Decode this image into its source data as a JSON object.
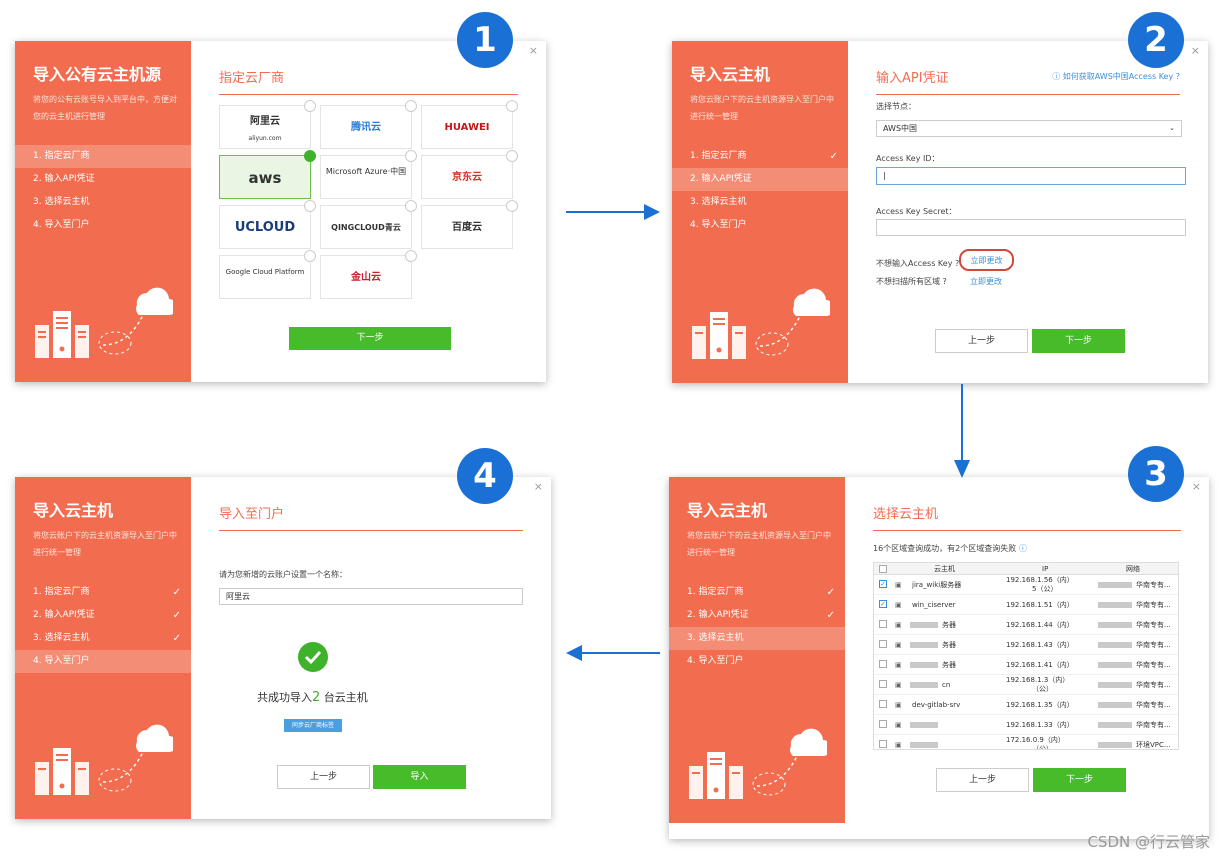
{
  "badges": [
    "1",
    "2",
    "3",
    "4"
  ],
  "close_icon": "×",
  "check_icon": "✓",
  "panel1": {
    "title": "导入公有云主机源",
    "desc": "将您的公有云账号导入到平台中，方便对您的云主机进行管理",
    "steps": [
      "1. 指定云厂商",
      "2. 输入API凭证",
      "3. 选择云主机",
      "4. 导入至门户"
    ],
    "heading": "指定云厂商",
    "vendors": [
      "阿里云",
      "腾讯云",
      "HUAWEI",
      "aws",
      "Microsoft Azure·中国",
      "京东云",
      "UCLOUD",
      "QINGCLOUD青云",
      "百度云",
      "Google Cloud Platform",
      "金山云"
    ],
    "vendor_sub": "aliyun.com",
    "next_label": "下一步"
  },
  "panel2": {
    "title": "导入云主机",
    "desc": "将您云账户下的云主机资源导入至门户中进行统一管理",
    "steps": [
      "1. 指定云厂商",
      "2. 输入API凭证",
      "3. 选择云主机",
      "4. 导入至门户"
    ],
    "heading": "输入API凭证",
    "help": "如何获取AWS中国Access Key ?",
    "node_label": "选择节点：",
    "node_value": "AWS中国",
    "key_id_label": "Access Key ID：",
    "key_secret_label": "Access Key Secret：",
    "no_key_label": "不想输入Access Key ?",
    "no_scan_label": "不想扫描所有区域 ?",
    "change_now": "立即更改",
    "prev_label": "上一步",
    "next_label": "下一步"
  },
  "panel3": {
    "title": "导入云主机",
    "desc": "将您云账户下的云主机资源导入至门户中进行统一管理",
    "steps": [
      "1. 指定云厂商",
      "2. 输入API凭证",
      "3. 选择云主机",
      "4. 导入至门户"
    ],
    "heading": "选择云主机",
    "query_status": "16个区域查询成功，有2个区域查询失败",
    "columns": [
      "云主机",
      "IP",
      "网络"
    ],
    "rows": [
      {
        "name": "jira_wiki服务器",
        "ip": "192.168.1.56（内）",
        "ip2": "5（公）",
        "net": "华南专有...",
        "checked": true
      },
      {
        "name": "win_ciserver",
        "ip": "192.168.1.51（内）",
        "ip2": "",
        "net": "华南专有...",
        "checked": true
      },
      {
        "name": "务器",
        "ip": "192.168.1.44（内）",
        "ip2": "",
        "net": "华南专有...",
        "checked": false
      },
      {
        "name": "务器",
        "ip": "192.168.1.43（内）",
        "ip2": "",
        "net": "华南专有...",
        "checked": false
      },
      {
        "name": "务器",
        "ip": "192.168.1.41（内）",
        "ip2": "",
        "net": "华南专有...",
        "checked": false
      },
      {
        "name": "cn",
        "ip": "192.168.1.3（内）",
        "ip2": "（公）",
        "net": "华南专有...",
        "checked": false
      },
      {
        "name": "dev-gitlab-srv",
        "ip": "192.168.1.35（内）",
        "ip2": "",
        "net": "华南专有...",
        "checked": false
      },
      {
        "name": "",
        "ip": "192.168.1.33（内）",
        "ip2": "",
        "net": "华南专有...",
        "checked": false
      },
      {
        "name": "",
        "ip": "172.16.0.9（内）",
        "ip2": "（公）",
        "net": "环境VPC...",
        "checked": false
      }
    ],
    "prev_label": "上一步",
    "next_label": "下一步"
  },
  "panel4": {
    "title": "导入云主机",
    "desc": "将您云账户下的云主机资源导入至门户中进行统一管理",
    "steps": [
      "1. 指定云厂商",
      "2. 输入API凭证",
      "3. 选择云主机",
      "4. 导入至门户"
    ],
    "heading": "导入至门户",
    "name_label": "请为您新增的云账户设置一个名称：",
    "name_value": "阿里云",
    "success_pre": "共成功导入",
    "success_count": "2",
    "success_post": " 台云主机",
    "sync_tag": "同步云厂商标签",
    "prev_label": "上一步",
    "import_label": "导入"
  },
  "watermark": "CSDN @行云管家",
  "colors": {
    "sidebar": "#f26d50",
    "accent_green": "#47bb2a",
    "badge": "#1a70d4",
    "link": "#3a8fd8"
  }
}
